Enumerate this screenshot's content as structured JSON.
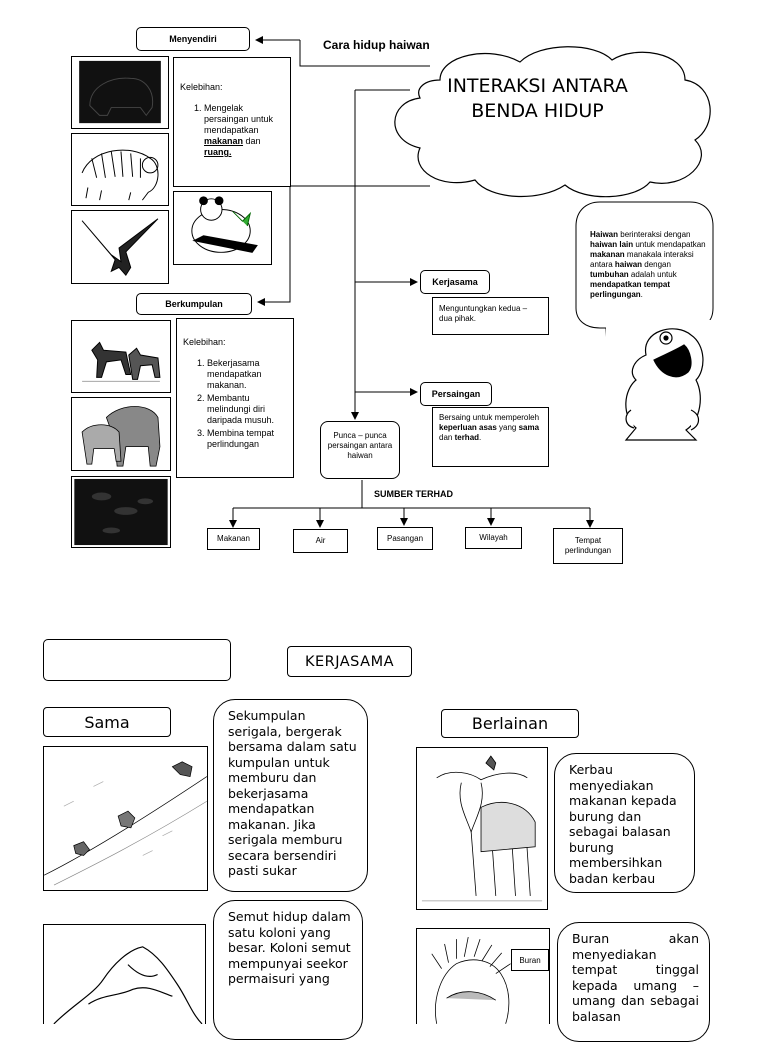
{
  "diagram": {
    "cloud_title": "INTERAKSI ANTARA BENDA HIDUP",
    "cara_hidup": "Cara hidup haiwan",
    "menyendiri": "Menyendiri",
    "berkumpulan": "Berkumpulan",
    "kelebihan1": {
      "heading": "Kelebihan:",
      "item1_pre": "Mengelak persaingan untuk mendapatkan ",
      "item1_u1": "makanan",
      "item1_mid": " dan ",
      "item1_u2": "ruang."
    },
    "kelebihan2": {
      "heading": "Kelebihan:",
      "items": [
        "Bekerjasama mendapatkan makanan.",
        "Membantu melindungi diri daripada musuh.",
        "Membina tempat perlindungan"
      ]
    },
    "kerjasama": {
      "label": "Kerjasama",
      "desc": "Menguntungkan kedua – dua pihak."
    },
    "persaingan": {
      "label": "Persaingan",
      "desc_pre": "Bersaing untuk memperoleh ",
      "desc_b1": "keperluan asas",
      "desc_mid": " yang ",
      "desc_b2": "sama",
      "desc_mid2": " dan ",
      "desc_b3": "terhad",
      "desc_end": "."
    },
    "punca": "Punca – punca persaingan antara haiwan",
    "sumber_terhad": "SUMBER TERHAD",
    "resources": [
      "Makanan",
      "Air",
      "Pasangan",
      "Wilayah",
      "Tempat perlindungan"
    ],
    "speech": {
      "b1": "Haiwan",
      "t1": " berinteraksi dengan ",
      "b2": "haiwan lain",
      "t2": " untuk mendapatkan ",
      "b3": "makanan",
      "t3": " manakala interaksi antara ",
      "b4": "haiwan",
      "t4": " dengan ",
      "b5": "tumbuhan",
      "t5": " adalah untuk ",
      "b6": "mendapatkan tempat perlingungan",
      "t6": "."
    }
  },
  "lower": {
    "blank_box": "",
    "title": "KERJASAMA",
    "sama": "Sama",
    "berlainan": "Berlainan",
    "text_serigala": "Sekumpulan serigala, bergerak bersama dalam satu kumpulan untuk memburu dan bekerjasama mendapatkan makanan. Jika serigala memburu secara bersendiri pasti sukar",
    "text_semut": "Semut hidup dalam satu koloni yang besar. Koloni semut mempunyai seekor permaisuri yang",
    "text_kerbau": "Kerbau menyediakan makanan kepada burung dan sebagai balasan burung membersihkan badan kerbau",
    "text_buran": "Buran akan menyediakan tempat tinggal kepada umang – umang dan sebagai balasan",
    "buran_label": "Buran"
  }
}
